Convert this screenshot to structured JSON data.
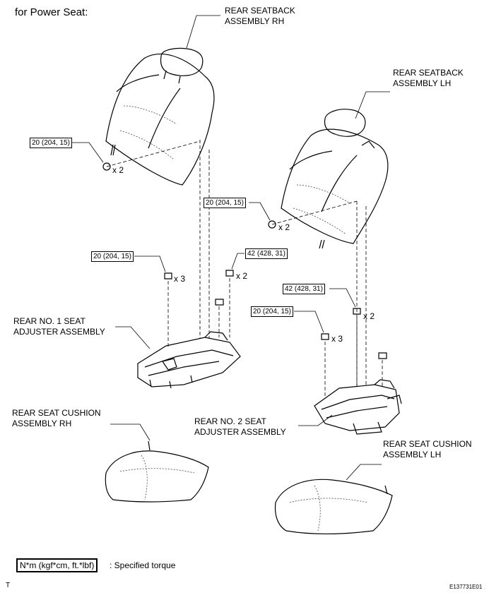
{
  "header": "for Power Seat:",
  "parts": {
    "seatback_rh": [
      "REAR SEATBACK",
      "ASSEMBLY RH"
    ],
    "seatback_lh": [
      "REAR SEATBACK",
      "ASSEMBLY LH"
    ],
    "adjuster_1": [
      "REAR NO. 1 SEAT",
      "ADJUSTER ASSEMBLY"
    ],
    "adjuster_2": [
      "REAR NO. 2 SEAT",
      "ADJUSTER ASSEMBLY"
    ],
    "cushion_rh": [
      "REAR SEAT CUSHION",
      "ASSEMBLY RH"
    ],
    "cushion_lh": [
      "REAR SEAT CUSHION",
      "ASSEMBLY LH"
    ]
  },
  "torques": {
    "seatback_rh_nut": "20 (204, 15)",
    "seatback_lh_nut": "20 (204, 15)",
    "adjuster_1_bolt_a": "20 (204, 15)",
    "adjuster_1_bolt_b": "42 (428, 31)",
    "adjuster_2_bolt_b": "42 (428, 31)",
    "adjuster_2_bolt_a": "20 (204, 15)"
  },
  "multipliers": {
    "seatback_rh_nut": "x 2",
    "seatback_lh_nut": "x 2",
    "adjuster_1_bolt_a": "x 3",
    "adjuster_1_bolt_b": "x 2",
    "adjuster_2_bolt_b": "x 2",
    "adjuster_2_bolt_a": "x 3"
  },
  "legend": {
    "unit_box": "N*m (kgf*cm, ft.*lbf)",
    "description": ": Specified torque"
  },
  "footer": {
    "left_mark": "T",
    "figure_id": "E137731E01"
  }
}
